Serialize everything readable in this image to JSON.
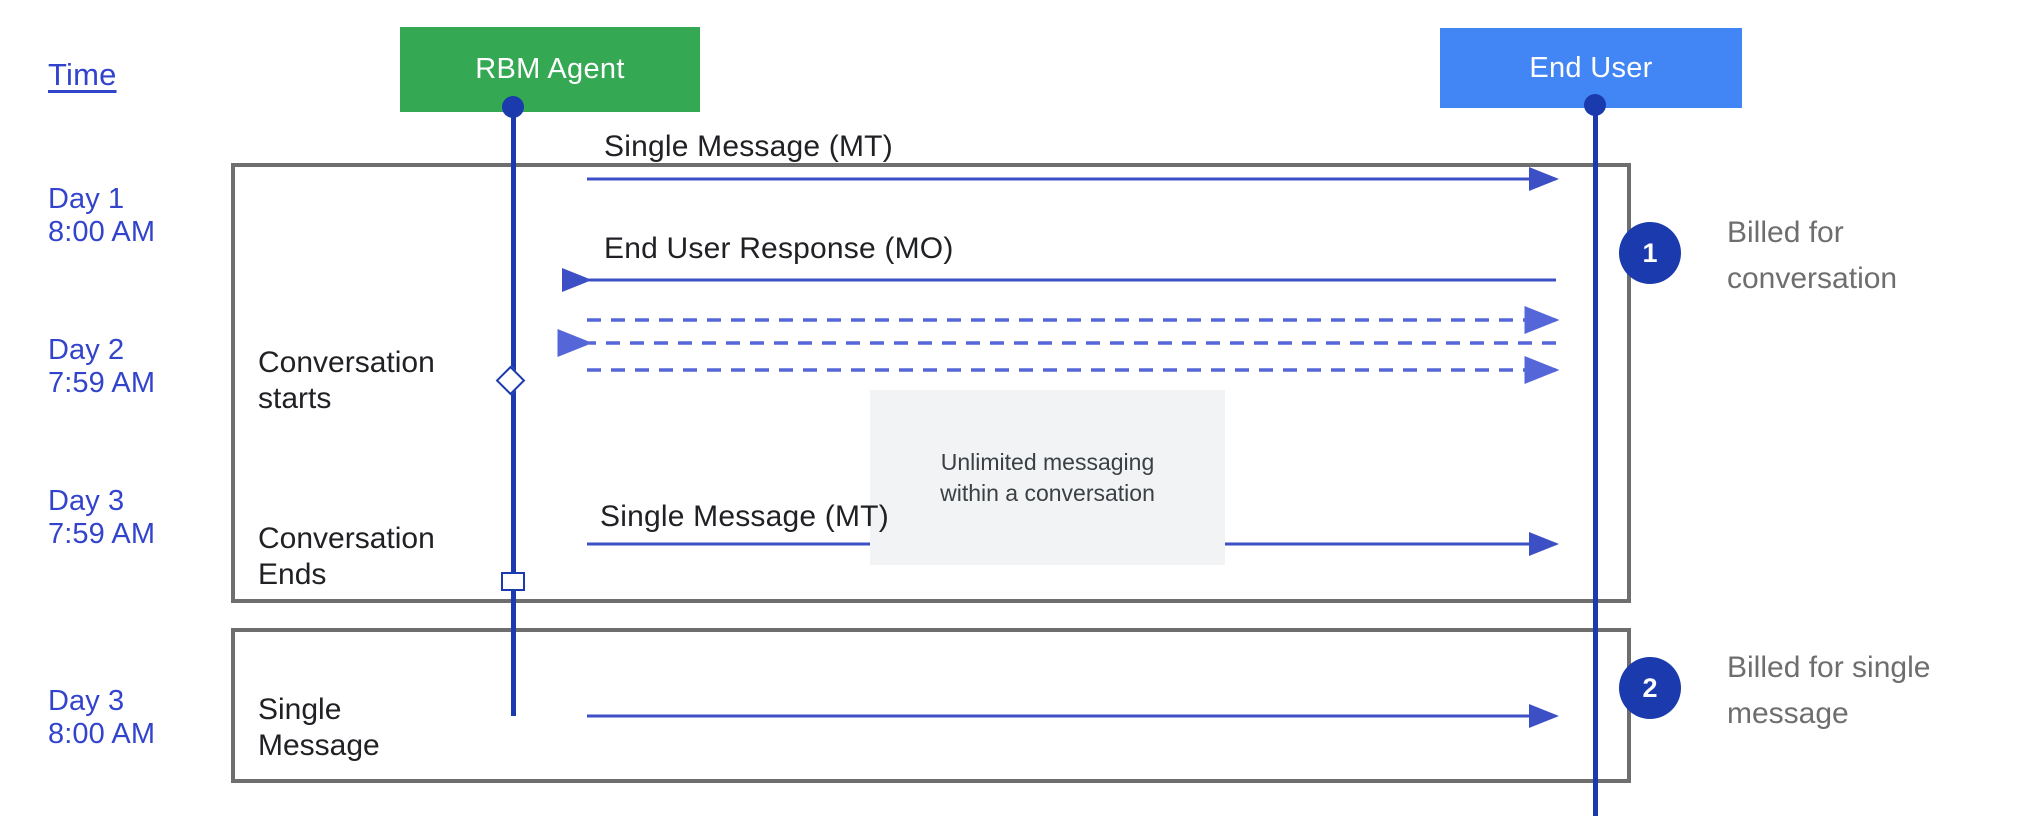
{
  "diagram": {
    "title_column": {
      "header": "Time"
    },
    "actors": [
      {
        "id": "agent",
        "label": "RBM Agent",
        "color": "#34A853"
      },
      {
        "id": "end_user",
        "label": "End User",
        "color": "#4285F4"
      }
    ],
    "time_labels": [
      {
        "id": "day1",
        "text": "Day 1\n8:00 AM"
      },
      {
        "id": "day2",
        "text": "Day 2\n7:59 AM"
      },
      {
        "id": "day3a",
        "text": "Day 3\n7:59 AM"
      },
      {
        "id": "day3b",
        "text": "Day 3\n8:00 AM"
      }
    ],
    "frames": [
      {
        "id": "conversation",
        "stage_labels": [
          {
            "id": "conversation-starts",
            "text": "Conversation\nstarts"
          },
          {
            "id": "conversation-ends",
            "text": "Conversation\nEnds"
          }
        ],
        "messages": [
          {
            "id": "mt1",
            "caption": "Single Message (MT)",
            "direction": "agent-to-user",
            "style": "solid"
          },
          {
            "id": "mo",
            "caption": "End User Response (MO)",
            "direction": "user-to-agent",
            "style": "solid"
          },
          {
            "id": "u1",
            "caption": "",
            "direction": "agent-to-user",
            "style": "dashed"
          },
          {
            "id": "u2",
            "caption": "",
            "direction": "user-to-agent",
            "style": "dashed"
          },
          {
            "id": "u3",
            "caption": "",
            "direction": "agent-to-user",
            "style": "dashed"
          },
          {
            "id": "u4",
            "caption": "",
            "direction": "agent-to-user",
            "style": "solid"
          }
        ],
        "note": "Unlimited messaging\nwithin a conversation"
      },
      {
        "id": "single",
        "stage_labels": [
          {
            "id": "single-message",
            "text": "Single\nMessage"
          }
        ],
        "messages": [
          {
            "id": "mt2",
            "caption": "Single Message (MT)",
            "direction": "agent-to-user",
            "style": "solid"
          }
        ]
      }
    ],
    "billing": [
      {
        "id": "1",
        "number": "1",
        "note": "Billed for\nconversation"
      },
      {
        "id": "2",
        "number": "2",
        "note": "Billed for single\nmessage"
      }
    ],
    "colors": {
      "agent_green": "#34A853",
      "user_blue": "#4285F4",
      "line_blue": "#1A3AAE",
      "arrow_blue": "#3D4FC4",
      "time_text": "#3344CC",
      "frame_gray": "#6E6E6E",
      "note_bg": "#F1F3F4",
      "note_text": "#6E6E6E"
    }
  }
}
